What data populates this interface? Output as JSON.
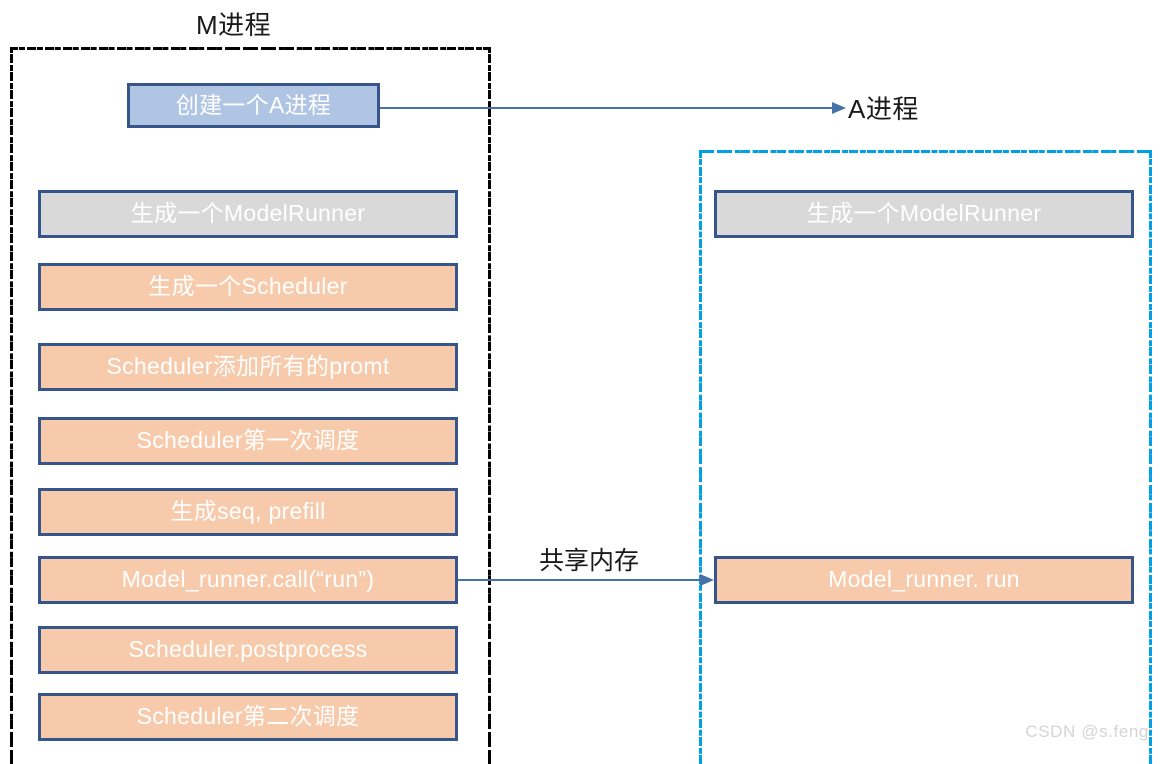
{
  "diagram": {
    "title_left": "M进程",
    "title_right": "A进程",
    "watermark": "CSDN @s.feng"
  },
  "colors": {
    "peach_fill": "#f7caab",
    "grey_fill": "#d9d9d9",
    "blue_fill": "#b0c4e4",
    "box_border": "#36558a",
    "panel_left_border": "#000000",
    "panel_right_border": "#00a0e9",
    "arrow": "#4472a8",
    "box_text": "#ffffff",
    "watermark_text": "#d5d5d5"
  },
  "left_panel": {
    "name": "M进程",
    "steps": [
      {
        "label": "创建一个A进程",
        "fill": "blue"
      },
      {
        "label": "生成一个ModelRunner",
        "fill": "grey"
      },
      {
        "label": "生成一个Scheduler",
        "fill": "peach"
      },
      {
        "label": "Scheduler添加所有的promt",
        "fill": "peach"
      },
      {
        "label": "Scheduler第一次调度",
        "fill": "peach"
      },
      {
        "label": "生成seq, prefill",
        "fill": "peach"
      },
      {
        "label": "Model_runner.call(“run”)",
        "fill": "peach"
      },
      {
        "label": "Scheduler.postprocess",
        "fill": "peach"
      },
      {
        "label": "Scheduler第二次调度",
        "fill": "peach"
      }
    ]
  },
  "right_panel": {
    "name": "A进程",
    "steps": [
      {
        "label": "生成一个ModelRunner",
        "fill": "grey"
      },
      {
        "label": "Model_runner. run",
        "fill": "peach"
      }
    ]
  },
  "arrows": [
    {
      "id": "create-process-arrow",
      "label": ""
    },
    {
      "id": "shared-memory-arrow",
      "label": "共享内存"
    }
  ]
}
